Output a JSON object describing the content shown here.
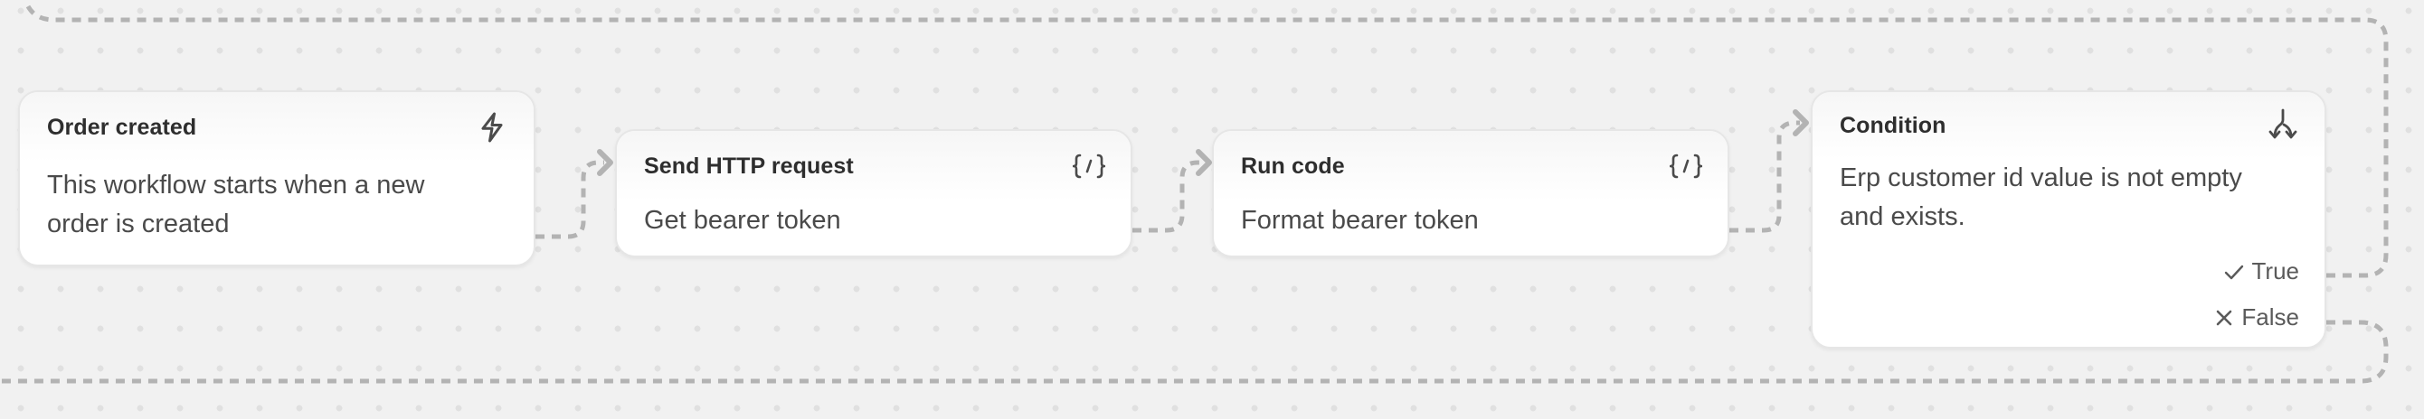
{
  "workflow": {
    "nodes": [
      {
        "id": "trigger",
        "title": "Order created",
        "description": "This workflow starts when a new order is created",
        "icon": "lightning-icon"
      },
      {
        "id": "http",
        "title": "Send HTTP request",
        "description": "Get bearer token",
        "icon": "code-braces-icon"
      },
      {
        "id": "code",
        "title": "Run code",
        "description": "Format bearer token",
        "icon": "code-braces-icon"
      },
      {
        "id": "condition",
        "title": "Condition",
        "description": "Erp customer id value is not empty and exists.",
        "icon": "branch-split-icon",
        "branches": [
          {
            "label": "True",
            "icon": "check-icon"
          },
          {
            "label": "False",
            "icon": "x-icon"
          }
        ]
      }
    ],
    "colors": {
      "canvas": "#f1f1f1",
      "grid_dot": "#e0e0e0",
      "edge": "#b3b3b3",
      "card": "#ffffff",
      "card_border": "#e6e6e6",
      "title_text": "#2e2e2e",
      "body_text": "#4a4a4a",
      "icon": "#4b4b4b"
    }
  }
}
